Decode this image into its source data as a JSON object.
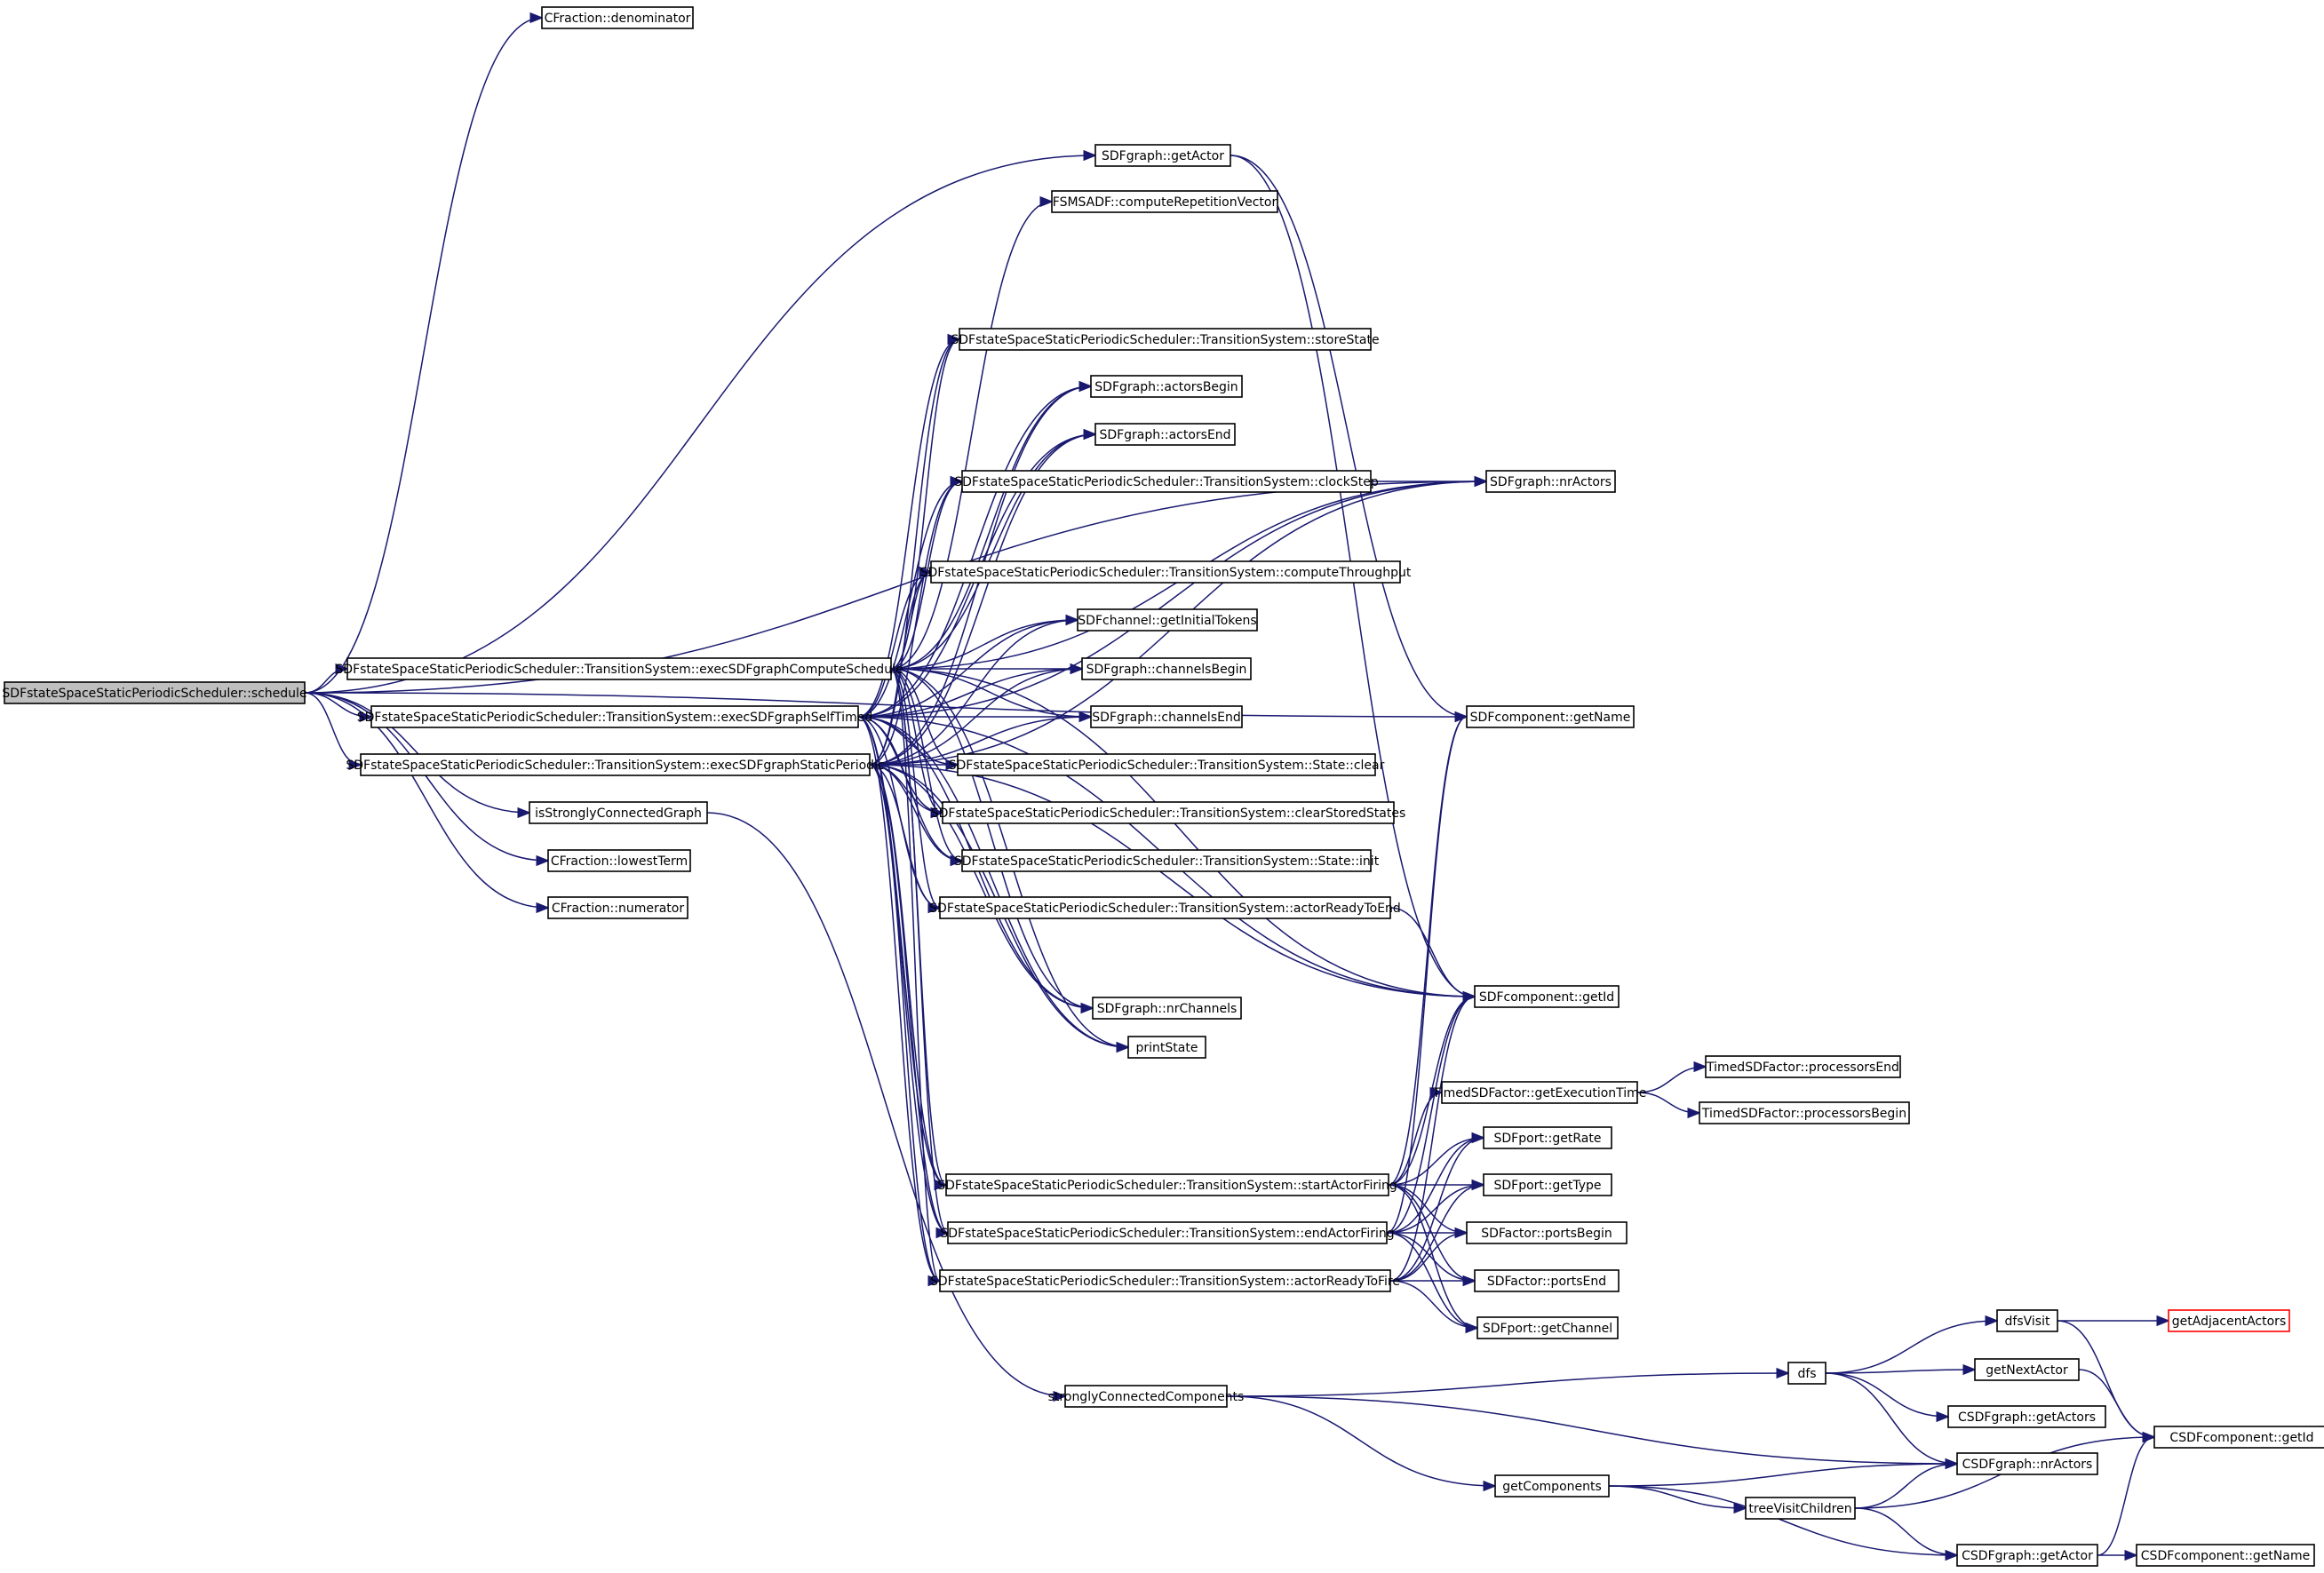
{
  "diagram": {
    "kind": "call-graph",
    "colors": {
      "edge": "#191970",
      "node_border": "#000000",
      "root_fill": "#bfbfbf",
      "truncated_border": "#ff0000"
    },
    "nodes": {
      "schedule": "SDFstateSpaceStaticPeriodicScheduler::schedule",
      "denominator": "CFraction::denominator",
      "getActor": "SDFgraph::getActor",
      "computeRepetitionVector": "FSMSADF::computeRepetitionVector",
      "storeState": "SDFstateSpaceStaticPeriodicScheduler::TransitionSystem::storeState",
      "actorsBegin": "SDFgraph::actorsBegin",
      "actorsEnd": "SDFgraph::actorsEnd",
      "clockStep": "SDFstateSpaceStaticPeriodicScheduler::TransitionSystem::clockStep",
      "nrActors": "SDFgraph::nrActors",
      "computeThroughput": "SDFstateSpaceStaticPeriodicScheduler::TransitionSystem::computeThroughput",
      "getInitialTokens": "SDFchannel::getInitialTokens",
      "execCompute": "SDFstateSpaceStaticPeriodicScheduler::TransitionSystem::execSDFgraphComputeSchedule",
      "channelsBegin": "SDFgraph::channelsBegin",
      "execSelf": "SDFstateSpaceStaticPeriodicScheduler::TransitionSystem::execSDFgraphSelfTimed",
      "channelsEnd": "SDFgraph::channelsEnd",
      "getName": "SDFcomponent::getName",
      "execStatic": "SDFstateSpaceStaticPeriodicScheduler::TransitionSystem::execSDFgraphStaticPeriodic",
      "stateClear": "SDFstateSpaceStaticPeriodicScheduler::TransitionSystem::State::clear",
      "isSCG": "isStronglyConnectedGraph",
      "clearStoredStates": "SDFstateSpaceStaticPeriodicScheduler::TransitionSystem::clearStoredStates",
      "lowestTerm": "CFraction::lowestTerm",
      "stateInit": "SDFstateSpaceStaticPeriodicScheduler::TransitionSystem::State::init",
      "numerator": "CFraction::numerator",
      "actorReadyToEnd": "SDFstateSpaceStaticPeriodicScheduler::TransitionSystem::actorReadyToEnd",
      "getId": "SDFcomponent::getId",
      "nrChannels": "SDFgraph::nrChannels",
      "printState": "printState",
      "processorsEnd": "TimedSDFactor::processorsEnd",
      "getExecutionTime": "TimedSDFactor::getExecutionTime",
      "processorsBegin": "TimedSDFactor::processorsBegin",
      "getRate": "SDFport::getRate",
      "startActorFiring": "SDFstateSpaceStaticPeriodicScheduler::TransitionSystem::startActorFiring",
      "getType": "SDFport::getType",
      "endActorFiring": "SDFstateSpaceStaticPeriodicScheduler::TransitionSystem::endActorFiring",
      "portsBegin": "SDFactor::portsBegin",
      "actorReadyToFire": "SDFstateSpaceStaticPeriodicScheduler::TransitionSystem::actorReadyToFire",
      "portsEnd": "SDFactor::portsEnd",
      "getChannel": "SDFport::getChannel",
      "dfsVisit": "dfsVisit",
      "getAdjacentActors": "getAdjacentActors",
      "dfs": "dfs",
      "getNextActor": "getNextActor",
      "scc": "stronglyConnectedComponents",
      "csdfGetActors": "CSDFgraph::getActors",
      "csdfGetId": "CSDFcomponent::getId",
      "csdfNrActors": "CSDFgraph::nrActors",
      "getComponents": "getComponents",
      "treeVisitChildren": "treeVisitChildren",
      "csdfGetActor": "CSDFgraph::getActor",
      "csdfGetName": "CSDFcomponent::getName"
    },
    "edges": [
      [
        "schedule",
        "denominator"
      ],
      [
        "schedule",
        "getActor"
      ],
      [
        "schedule",
        "nrActors"
      ],
      [
        "schedule",
        "execCompute"
      ],
      [
        "schedule",
        "execSelf"
      ],
      [
        "schedule",
        "execStatic"
      ],
      [
        "schedule",
        "isSCG"
      ],
      [
        "schedule",
        "lowestTerm"
      ],
      [
        "schedule",
        "numerator"
      ],
      [
        "schedule",
        "getName"
      ],
      [
        "execCompute",
        "computeRepetitionVector"
      ],
      [
        "execCompute",
        "storeState"
      ],
      [
        "execCompute",
        "actorsBegin"
      ],
      [
        "execCompute",
        "actorsEnd"
      ],
      [
        "execCompute",
        "clockStep"
      ],
      [
        "execCompute",
        "computeThroughput"
      ],
      [
        "execCompute",
        "getInitialTokens"
      ],
      [
        "execCompute",
        "channelsBegin"
      ],
      [
        "execCompute",
        "channelsEnd"
      ],
      [
        "execCompute",
        "stateClear"
      ],
      [
        "execCompute",
        "clearStoredStates"
      ],
      [
        "execCompute",
        "stateInit"
      ],
      [
        "execCompute",
        "actorReadyToEnd"
      ],
      [
        "execCompute",
        "nrChannels"
      ],
      [
        "execCompute",
        "printState"
      ],
      [
        "execCompute",
        "startActorFiring"
      ],
      [
        "execCompute",
        "endActorFiring"
      ],
      [
        "execCompute",
        "actorReadyToFire"
      ],
      [
        "execCompute",
        "nrActors"
      ],
      [
        "execCompute",
        "getId"
      ],
      [
        "execSelf",
        "storeState"
      ],
      [
        "execSelf",
        "actorsBegin"
      ],
      [
        "execSelf",
        "actorsEnd"
      ],
      [
        "execSelf",
        "clockStep"
      ],
      [
        "execSelf",
        "computeThroughput"
      ],
      [
        "execSelf",
        "getInitialTokens"
      ],
      [
        "execSelf",
        "channelsBegin"
      ],
      [
        "execSelf",
        "channelsEnd"
      ],
      [
        "execSelf",
        "stateClear"
      ],
      [
        "execSelf",
        "clearStoredStates"
      ],
      [
        "execSelf",
        "stateInit"
      ],
      [
        "execSelf",
        "actorReadyToEnd"
      ],
      [
        "execSelf",
        "nrChannels"
      ],
      [
        "execSelf",
        "printState"
      ],
      [
        "execSelf",
        "startActorFiring"
      ],
      [
        "execSelf",
        "endActorFiring"
      ],
      [
        "execSelf",
        "actorReadyToFire"
      ],
      [
        "execSelf",
        "nrActors"
      ],
      [
        "execSelf",
        "getId"
      ],
      [
        "execStatic",
        "storeState"
      ],
      [
        "execStatic",
        "actorsBegin"
      ],
      [
        "execStatic",
        "actorsEnd"
      ],
      [
        "execStatic",
        "clockStep"
      ],
      [
        "execStatic",
        "computeThroughput"
      ],
      [
        "execStatic",
        "getInitialTokens"
      ],
      [
        "execStatic",
        "channelsBegin"
      ],
      [
        "execStatic",
        "channelsEnd"
      ],
      [
        "execStatic",
        "stateClear"
      ],
      [
        "execStatic",
        "clearStoredStates"
      ],
      [
        "execStatic",
        "stateInit"
      ],
      [
        "execStatic",
        "actorReadyToEnd"
      ],
      [
        "execStatic",
        "nrChannels"
      ],
      [
        "execStatic",
        "printState"
      ],
      [
        "execStatic",
        "startActorFiring"
      ],
      [
        "execStatic",
        "endActorFiring"
      ],
      [
        "execStatic",
        "actorReadyToFire"
      ],
      [
        "execStatic",
        "nrActors"
      ],
      [
        "execStatic",
        "getId"
      ],
      [
        "getActor",
        "getName"
      ],
      [
        "getActor",
        "getId"
      ],
      [
        "clockStep",
        "nrActors"
      ],
      [
        "actorReadyToEnd",
        "getId"
      ],
      [
        "isSCG",
        "scc"
      ],
      [
        "getExecutionTime",
        "processorsEnd"
      ],
      [
        "getExecutionTime",
        "processorsBegin"
      ],
      [
        "startActorFiring",
        "getExecutionTime"
      ],
      [
        "startActorFiring",
        "getRate"
      ],
      [
        "startActorFiring",
        "getType"
      ],
      [
        "startActorFiring",
        "portsBegin"
      ],
      [
        "startActorFiring",
        "portsEnd"
      ],
      [
        "startActorFiring",
        "getChannel"
      ],
      [
        "startActorFiring",
        "getId"
      ],
      [
        "startActorFiring",
        "getName"
      ],
      [
        "endActorFiring",
        "getRate"
      ],
      [
        "endActorFiring",
        "getType"
      ],
      [
        "endActorFiring",
        "portsBegin"
      ],
      [
        "endActorFiring",
        "portsEnd"
      ],
      [
        "endActorFiring",
        "getChannel"
      ],
      [
        "endActorFiring",
        "getId"
      ],
      [
        "endActorFiring",
        "getName"
      ],
      [
        "actorReadyToFire",
        "getRate"
      ],
      [
        "actorReadyToFire",
        "getType"
      ],
      [
        "actorReadyToFire",
        "portsBegin"
      ],
      [
        "actorReadyToFire",
        "portsEnd"
      ],
      [
        "actorReadyToFire",
        "getChannel"
      ],
      [
        "actorReadyToFire",
        "getId"
      ],
      [
        "scc",
        "dfs"
      ],
      [
        "scc",
        "csdfNrActors"
      ],
      [
        "scc",
        "getComponents"
      ],
      [
        "dfs",
        "dfsVisit"
      ],
      [
        "dfs",
        "getNextActor"
      ],
      [
        "dfs",
        "csdfGetActors"
      ],
      [
        "dfs",
        "csdfNrActors"
      ],
      [
        "dfsVisit",
        "getAdjacentActors"
      ],
      [
        "dfsVisit",
        "csdfGetId"
      ],
      [
        "getNextActor",
        "csdfGetId"
      ],
      [
        "getComponents",
        "csdfNrActors"
      ],
      [
        "getComponents",
        "treeVisitChildren"
      ],
      [
        "getComponents",
        "csdfGetActor"
      ],
      [
        "treeVisitChildren",
        "csdfNrActors"
      ],
      [
        "treeVisitChildren",
        "csdfGetId"
      ],
      [
        "treeVisitChildren",
        "csdfGetActor"
      ],
      [
        "csdfGetActor",
        "csdfGetName"
      ],
      [
        "csdfGetActor",
        "csdfGetId"
      ]
    ]
  }
}
